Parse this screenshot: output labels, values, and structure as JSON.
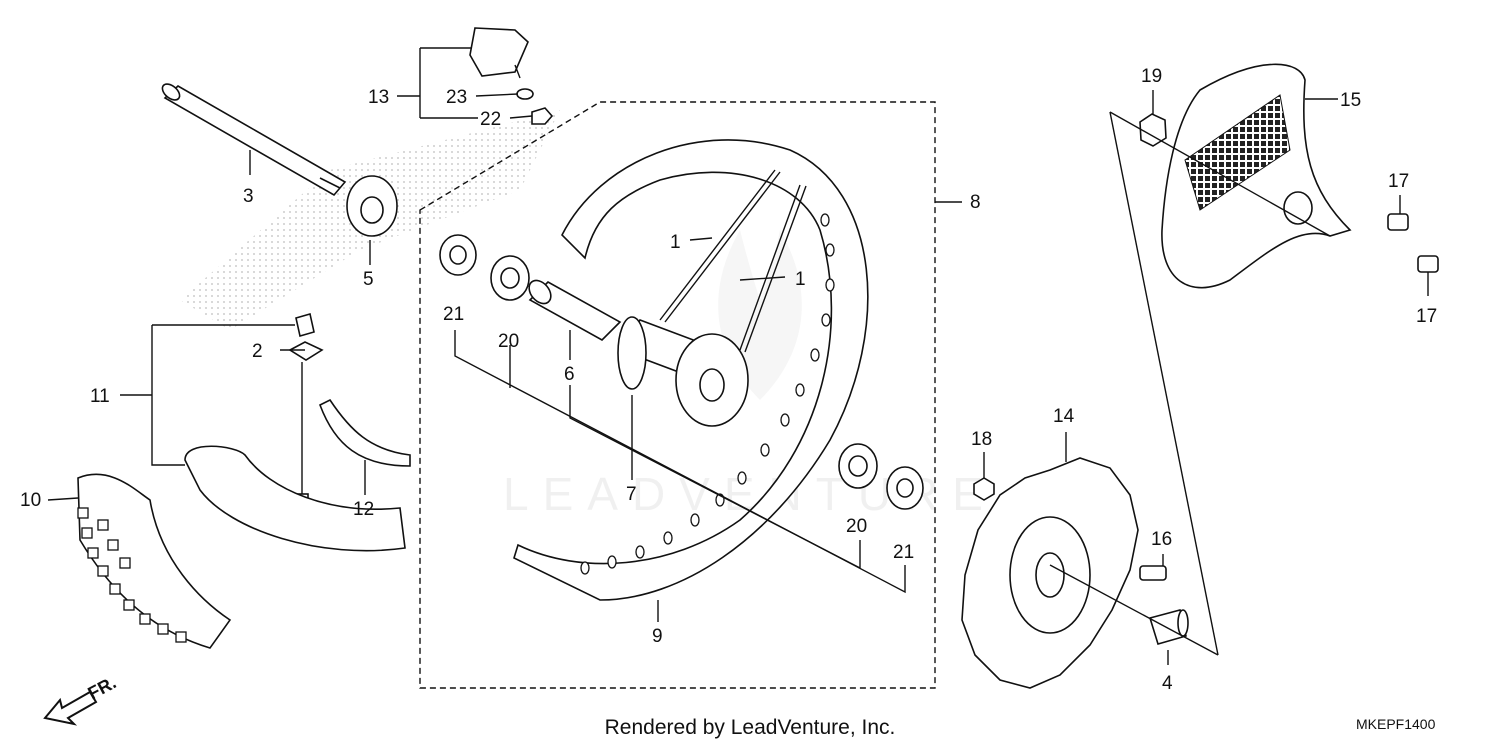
{
  "callouts": {
    "c1a": "1",
    "c1b": "1",
    "c2": "2",
    "c3": "3",
    "c4": "4",
    "c5": "5",
    "c6": "6",
    "c7": "7",
    "c8": "8",
    "c9": "9",
    "c10": "10",
    "c11": "11",
    "c12": "12",
    "c13": "13",
    "c14": "14",
    "c15": "15",
    "c16": "16",
    "c17a": "17",
    "c17b": "17",
    "c18": "18",
    "c19": "19",
    "c20a": "20",
    "c20b": "20",
    "c21a": "21",
    "c21b": "21",
    "c22": "22",
    "c23": "23"
  },
  "front_label": "FR.",
  "footer": {
    "credit": "Rendered by LeadVenture, Inc.",
    "diagram_code": "MKEPF1400"
  },
  "watermark": "LEADVENTURE",
  "colors": {
    "line": "#111111",
    "background": "#ffffff",
    "watermark": "#d9d9d9"
  }
}
